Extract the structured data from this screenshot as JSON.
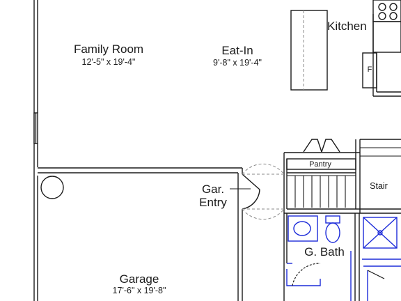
{
  "colors": {
    "wall": "#1a1a1a",
    "fixture": "#1c2bd9",
    "dashed": "#8a8a8a"
  },
  "rooms": {
    "family": {
      "name": "Family Room",
      "dims": "12'-5\" x 19'-4\""
    },
    "eatin": {
      "name": "Eat-In",
      "dims": "9'-8\" x 19'-4\""
    },
    "kitchen": {
      "name": "Kitchen"
    },
    "garage": {
      "name": "Garage",
      "dims": "17'-6\" x 19'-8\""
    },
    "gar_entry": {
      "line1": "Gar.",
      "line2": "Entry"
    },
    "pantry": {
      "name": "Pantry"
    },
    "stair": {
      "name": "Stair"
    },
    "gbath": {
      "name": "G. Bath"
    }
  },
  "appliances": {
    "fridge_label": "F"
  }
}
